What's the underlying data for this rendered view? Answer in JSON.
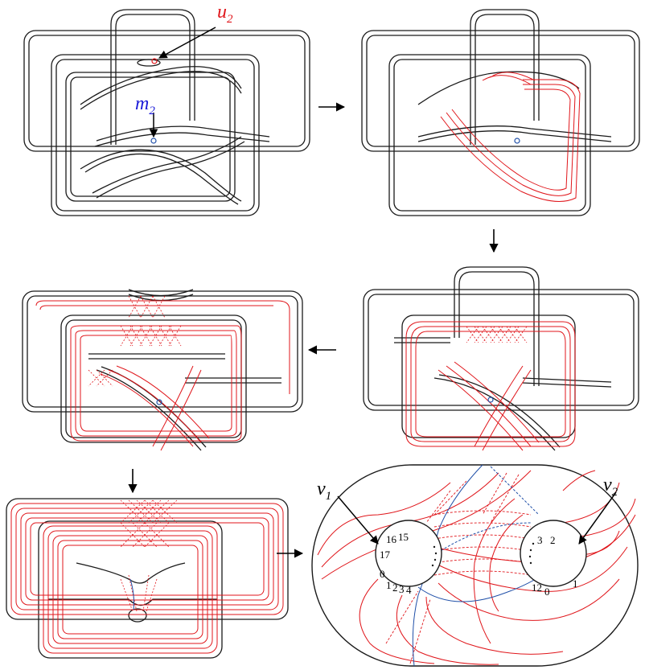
{
  "labels": {
    "u_letter": "u",
    "u_sub": "2",
    "m_letter": "m",
    "m_sub": "2",
    "v1_letter": "v",
    "v1_sub": "1",
    "v2_letter": "v",
    "v2_sub": "2"
  },
  "left_boundary_numbers": [
    "16",
    "15",
    "17",
    "0",
    "1",
    "2",
    "3",
    "4"
  ],
  "right_boundary_numbers": [
    "3",
    "2",
    "12",
    "0",
    "1"
  ],
  "colors": {
    "strand": "#1a1a1a",
    "red_curve": "#e0161b",
    "blue_curve": "#1f4fa8",
    "label_red": "#e0161b",
    "label_blue": "#1a1ad8",
    "arrow": "#000000"
  }
}
